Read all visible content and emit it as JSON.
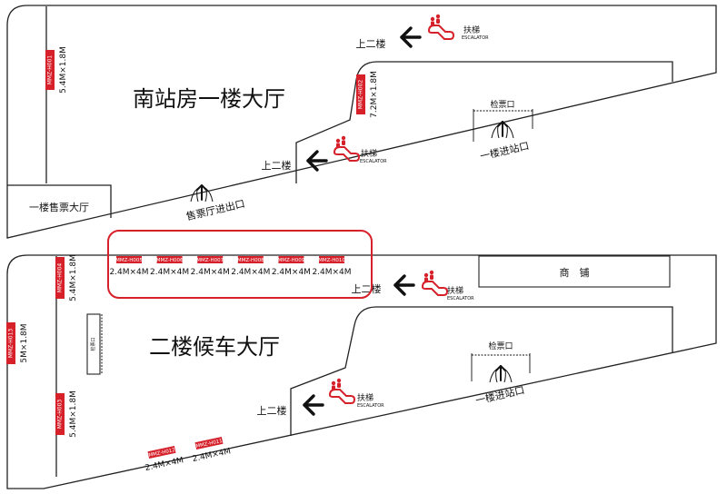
{
  "colors": {
    "tag_red": "#d6202a",
    "line": "#222222",
    "highlight": "#d6202a"
  },
  "icons": {
    "arrow": "arrow-left-icon",
    "escalator": "escalator-icon",
    "gate": "entry-arrow-icon"
  },
  "floor1": {
    "title": "南站房一楼大厅",
    "ticket_hall": "一楼售票大厅",
    "ticket_exit": "售票厅进出口",
    "checkin": "检票口",
    "entrance": "一楼进站口",
    "up_top": "上二楼",
    "up_mid": "上二楼",
    "escalator": "扶梯",
    "escalator_en": "ESCALATOR",
    "ad_h001": {
      "code": "MMZ-H001",
      "size": "5.4M×1.8M"
    },
    "ad_h002": {
      "code": "MMZ-H002",
      "size": "7.2M×1.8M"
    }
  },
  "floor2": {
    "title": "二楼候车大厅",
    "shop": "商　铺",
    "checkin_side": "检票口",
    "checkin": "检票口",
    "entrance": "一楼进站口",
    "up_top": "上二楼",
    "up_bottom": "上二楼",
    "escalator": "扶梯",
    "escalator_en": "ESCALATOR",
    "ad_h003": {
      "code": "MMZ-H003",
      "size": "5.4M×1.8M"
    },
    "ad_h004": {
      "code": "MMZ-H004",
      "size": "5.4M×1.8M"
    },
    "ad_h013": {
      "code": "MMZ-H013",
      "size": "5M×1.8M"
    },
    "top_ads": [
      {
        "code": "MMZ-H005",
        "size": "2.4M×4M"
      },
      {
        "code": "MMZ-H006",
        "size": "2.4M×4M"
      },
      {
        "code": "MMZ-H007",
        "size": "2.4M×4M"
      },
      {
        "code": "MMZ-H008",
        "size": "2.4M×4M"
      },
      {
        "code": "MMZ-H009",
        "size": "2.4M×4M"
      },
      {
        "code": "MMZ-H010",
        "size": "2.4M×4M"
      }
    ],
    "bottom_ads": [
      {
        "code": "MMZ-H012",
        "size": "2.4M×4M"
      },
      {
        "code": "MMZ-H011",
        "size": "2.4M×4M"
      }
    ]
  }
}
